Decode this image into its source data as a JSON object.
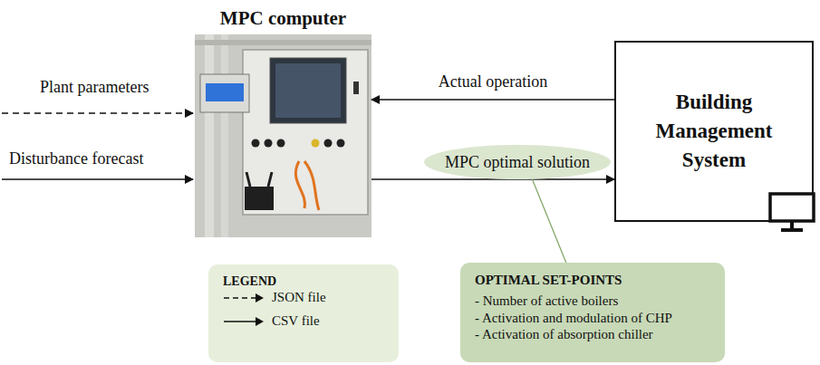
{
  "diagram": {
    "nodes": [
      {
        "text": [
          "MPC computer"
        ]
      },
      {
        "text": [
          "Building Management System"
        ]
      },
      {
        "text": [
          "MPC optimal solution"
        ]
      },
      {
        "text": [
          "LEGEND"
        ]
      },
      {
        "text": [
          "OPTIMAL SET-POINTS",
          "- Number of active boilers",
          "- Activation and modulation of CHP",
          "- Activation of absorption chiller"
        ]
      }
    ],
    "edges": [
      {
        "from": 1,
        "to": 0,
        "arrow": "to",
        "label": "Actual operation"
      },
      {
        "from": 0,
        "to": 2,
        "arrow": "none"
      },
      {
        "from": 2,
        "to": 1,
        "arrow": "to"
      },
      {
        "from": 2,
        "to": 4,
        "arrow": "none"
      }
    ],
    "labels": [
      "Plant parameters",
      "Disturbance forecast"
    ],
    "legend": [
      {
        "text": "JSON file"
      },
      {
        "text": "CSV file"
      }
    ]
  }
}
